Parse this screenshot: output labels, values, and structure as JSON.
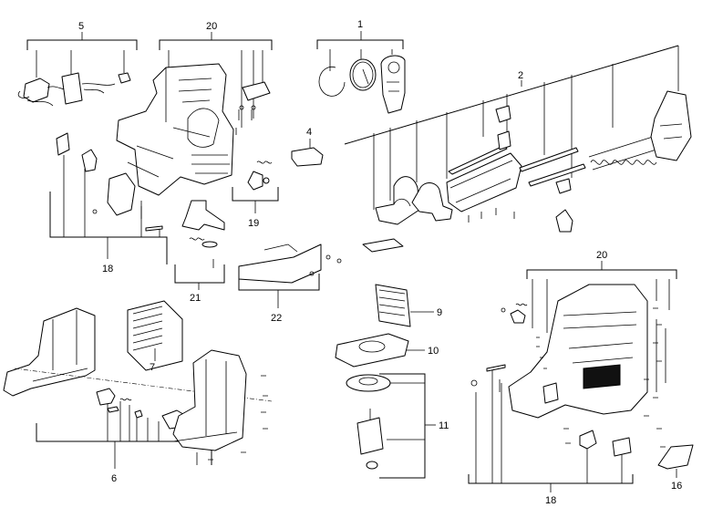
{
  "labels": {
    "l1": "1",
    "l2": "2",
    "l4": "4",
    "l5": "5",
    "l6": "6",
    "l7": "7",
    "l9": "9",
    "l10": "10",
    "l11": "11",
    "l16": "16",
    "l18a": "18",
    "l18b": "18",
    "l19": "19",
    "l20a": "20",
    "l20b": "20",
    "l21": "21",
    "l22": "22"
  }
}
